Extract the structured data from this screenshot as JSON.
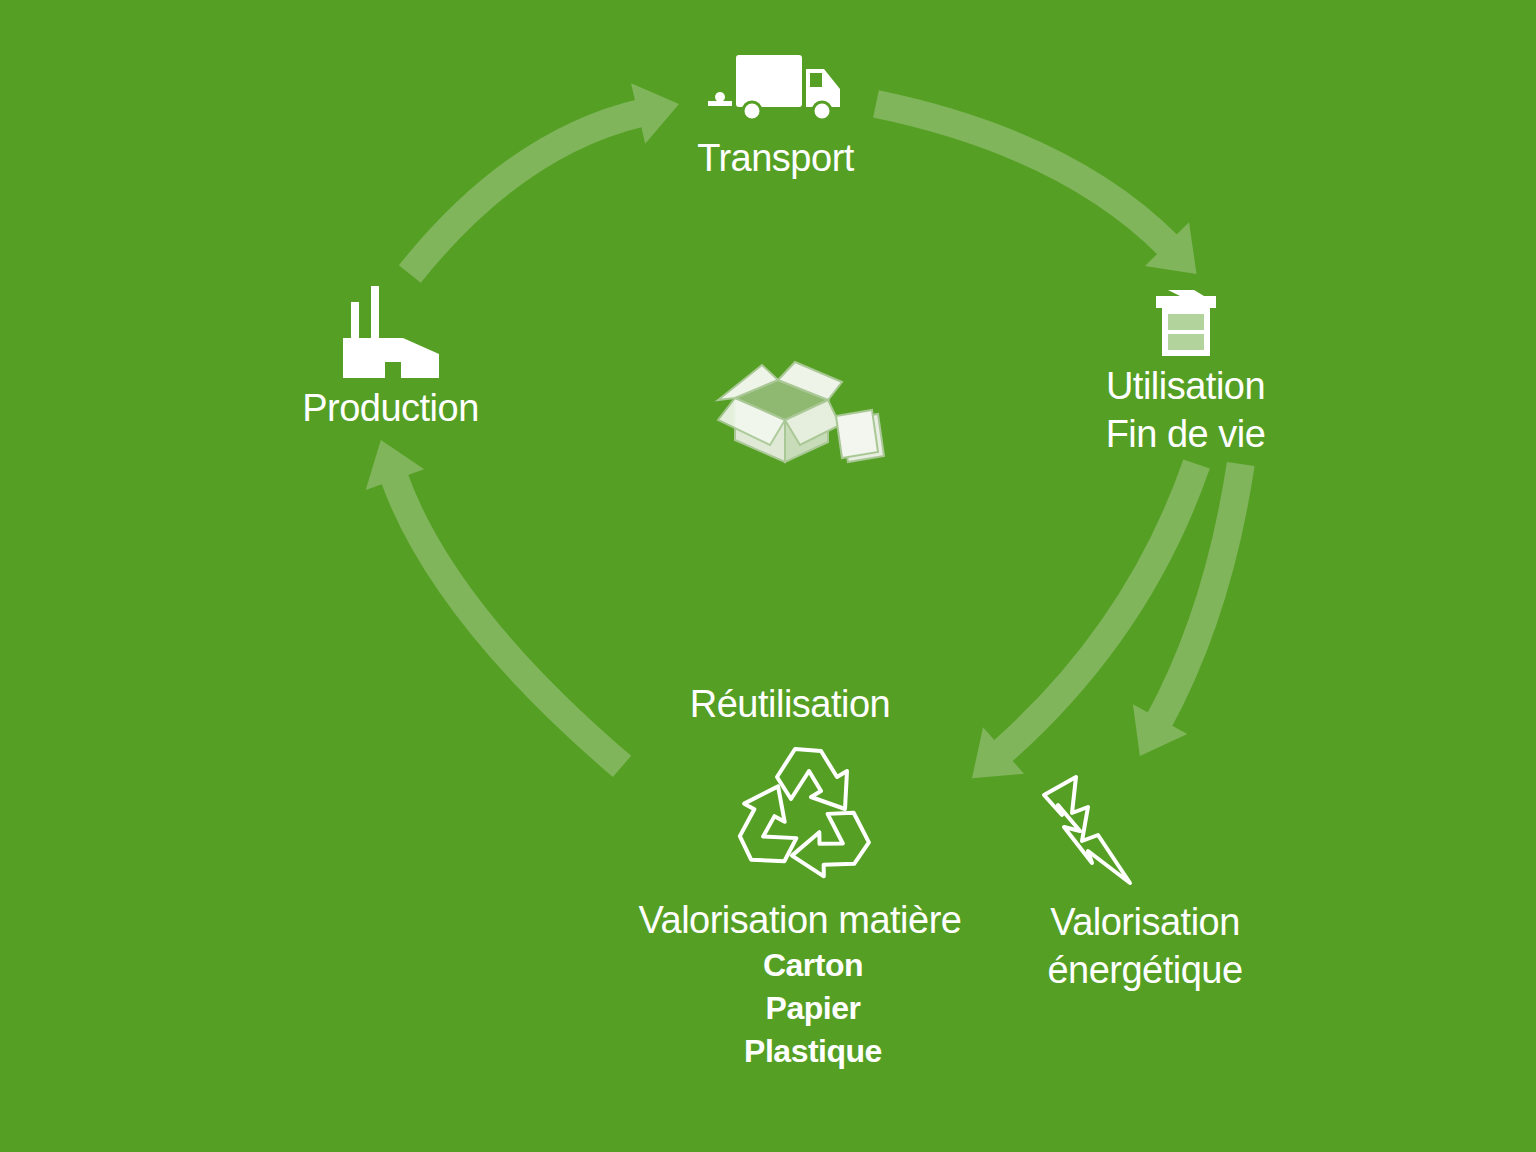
{
  "diagram": {
    "nodes": [
      {
        "text": [
          "Transport"
        ]
      },
      {
        "text": [
          "Utilisation Fin de vie"
        ]
      },
      {
        "text": [
          "Réutilisation",
          "Valorisation matière",
          "Carton Papier Plastique"
        ]
      },
      {
        "text": [
          "Valorisation énergétique"
        ]
      },
      {
        "text": [
          "Production"
        ]
      }
    ],
    "edges": [
      {
        "from": 4,
        "to": 0,
        "arrow": "to"
      },
      {
        "from": 0,
        "to": 1,
        "arrow": "to"
      },
      {
        "from": 1,
        "to": 2,
        "arrow": "to"
      },
      {
        "from": 1,
        "to": 3,
        "arrow": "to"
      },
      {
        "from": 2,
        "to": 4,
        "arrow": "to"
      }
    ]
  }
}
